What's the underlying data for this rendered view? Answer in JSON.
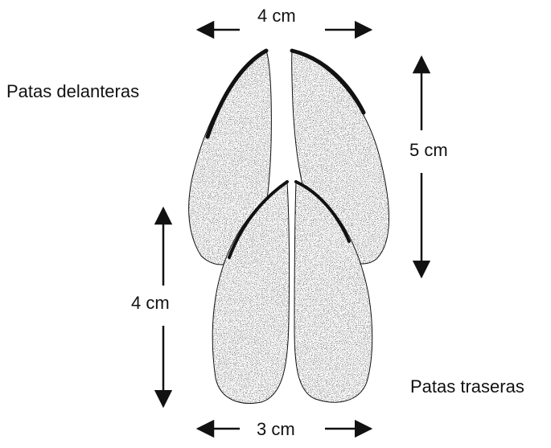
{
  "labels": {
    "front": "Patas delanteras",
    "rear": "Patas traseras"
  },
  "dimensions": {
    "front_width": "4 cm",
    "front_length": "5 cm",
    "rear_length": "4 cm",
    "rear_width": "3 cm"
  },
  "colors": {
    "ink": "#111111",
    "background": "#ffffff"
  },
  "icons": {
    "arrow": "arrow-icon",
    "hoof": "hoof-print-icon"
  }
}
